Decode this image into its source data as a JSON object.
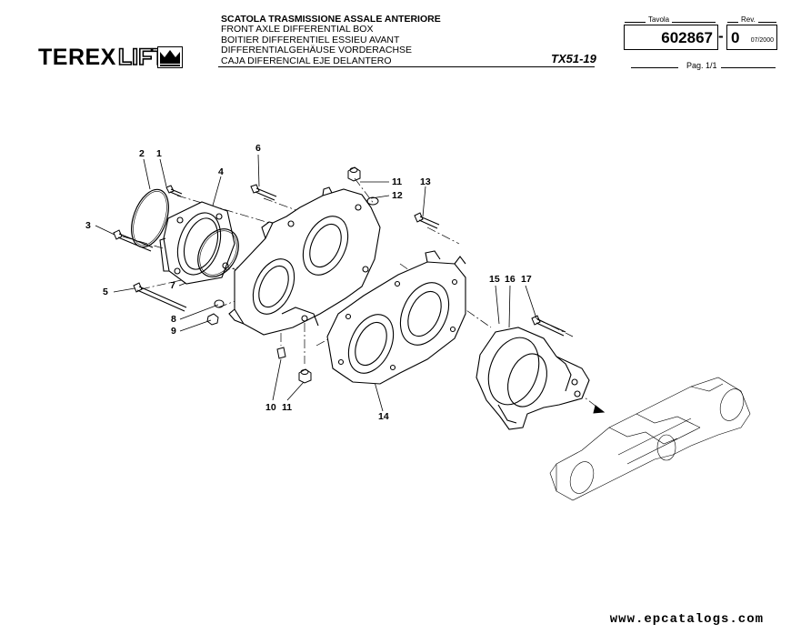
{
  "header": {
    "brand": "TEREX",
    "brand_sub": "LIFT",
    "titles": [
      "SCATOLA TRASMISSIONE ASSALE ANTERIORE",
      "FRONT AXLE DIFFERENTIAL BOX",
      "BOITIER DIFFERENTIEL ESSIEU AVANT",
      "DIFFERENTIALGEHÄUSE VORDERACHSE",
      "CAJA DIFERENCIAL EJE DELANTERO"
    ],
    "model": "TX51-19",
    "tavola_label": "Tavola",
    "tavola_number": "602867",
    "dash": "-",
    "rev_label": "Rev.",
    "rev_value": "0",
    "rev_date": "07/2000",
    "page": "Pag. 1/1"
  },
  "callouts": {
    "c2": "2",
    "c1": "1",
    "c4": "4",
    "c3": "3",
    "c5": "5",
    "c7": "7",
    "c8": "8",
    "c9": "9",
    "c6": "6",
    "c11a": "11",
    "c12": "12",
    "c13": "13",
    "c10": "10",
    "c11b": "11",
    "c14": "14",
    "c15": "15",
    "c16": "16",
    "c17": "17"
  },
  "watermark": "www.epcatalogs.com"
}
